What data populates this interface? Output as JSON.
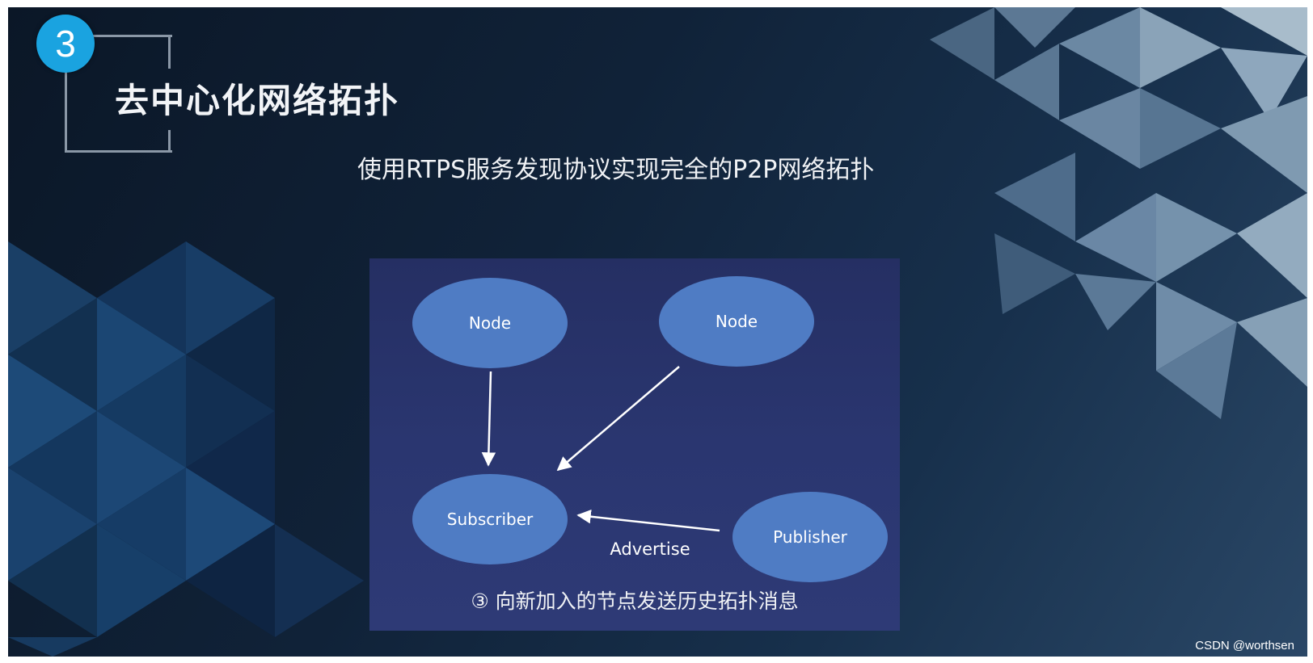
{
  "slide": {
    "number": "3",
    "title": "去中心化网络拓扑",
    "subtitle": "使用RTPS服务发现协议实现完全的P2P网络拓扑"
  },
  "diagram": {
    "nodes": [
      {
        "id": "node-top-left",
        "label": "Node"
      },
      {
        "id": "node-top-right",
        "label": "Node"
      },
      {
        "id": "subscriber",
        "label": "Subscriber"
      },
      {
        "id": "publisher",
        "label": "Publisher"
      }
    ],
    "edges": [
      {
        "from": "node-top-left",
        "to": "subscriber",
        "label": ""
      },
      {
        "from": "node-top-right",
        "to": "subscriber",
        "label": ""
      },
      {
        "from": "publisher",
        "to": "subscriber",
        "label": "Advertise"
      }
    ],
    "caption": "③ 向新加入的节点发送历史拓扑消息"
  },
  "watermark": "CSDN @worthsen",
  "colors": {
    "badge": "#1aa3e0",
    "node_fill": "#4f7cc4",
    "panel": "#2a3670",
    "text": "#ffffff"
  }
}
